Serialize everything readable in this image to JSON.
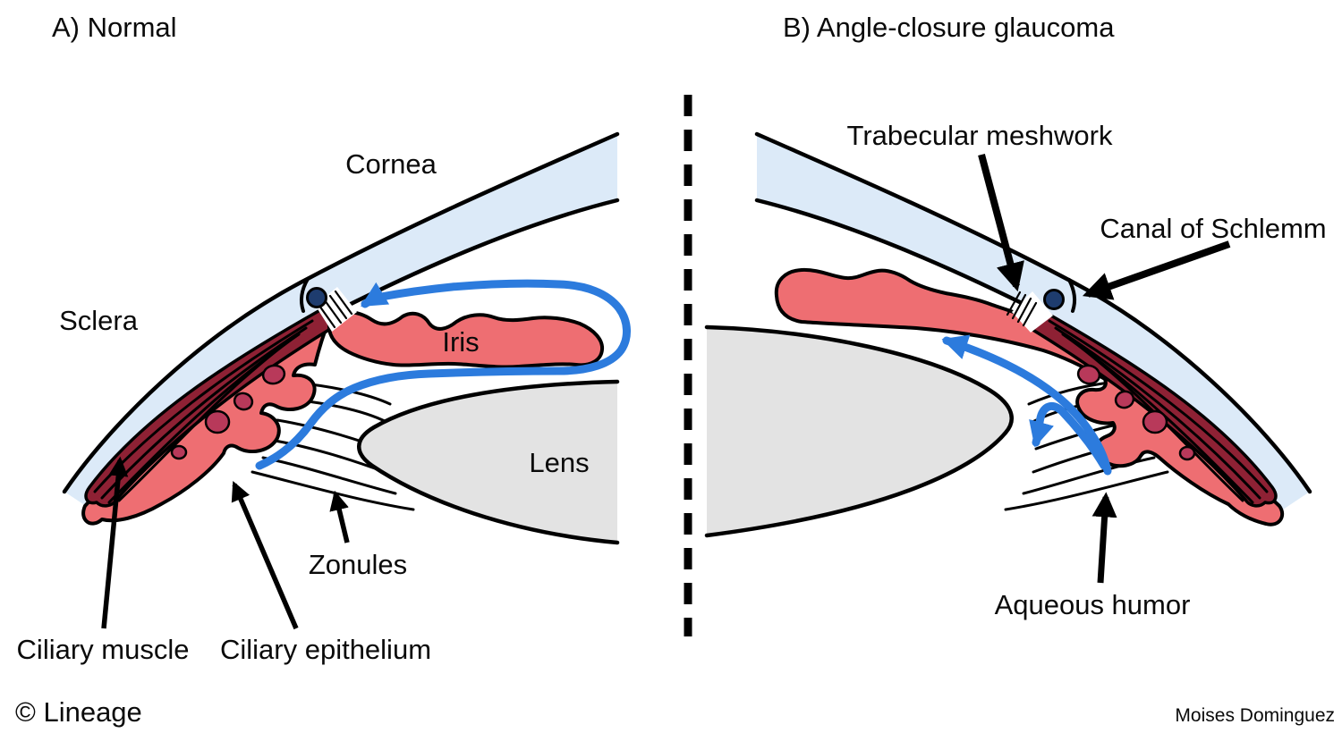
{
  "panels": {
    "a": {
      "title": "A) Normal",
      "labels": {
        "cornea": "Cornea",
        "sclera": "Sclera",
        "iris": "Iris",
        "lens": "Lens",
        "zonules": "Zonules",
        "ciliary_muscle": "Ciliary muscle",
        "ciliary_epithelium": "Ciliary epithelium"
      }
    },
    "b": {
      "title": "B) Angle-closure glaucoma",
      "labels": {
        "trabecular_meshwork": "Trabecular meshwork",
        "canal_of_schlemm": "Canal of Schlemm",
        "aqueous_humor": "Aqueous humor"
      }
    }
  },
  "footer": {
    "copyright": "© Lineage",
    "credit": "Moises Dominguez"
  },
  "colors": {
    "background": "#ffffff",
    "outline": "#000000",
    "cornea_sclera_fill": "#dceaf8",
    "iris_ciliary_fill": "#ee6e72",
    "ciliary_muscle_fill": "#8e2134",
    "lens_fill": "#e3e3e3",
    "flow_arrow_blue": "#2c7bdd",
    "canal_of_schlemm_dot": "#1e3c6e",
    "vessel_spot": "#b8395a"
  }
}
